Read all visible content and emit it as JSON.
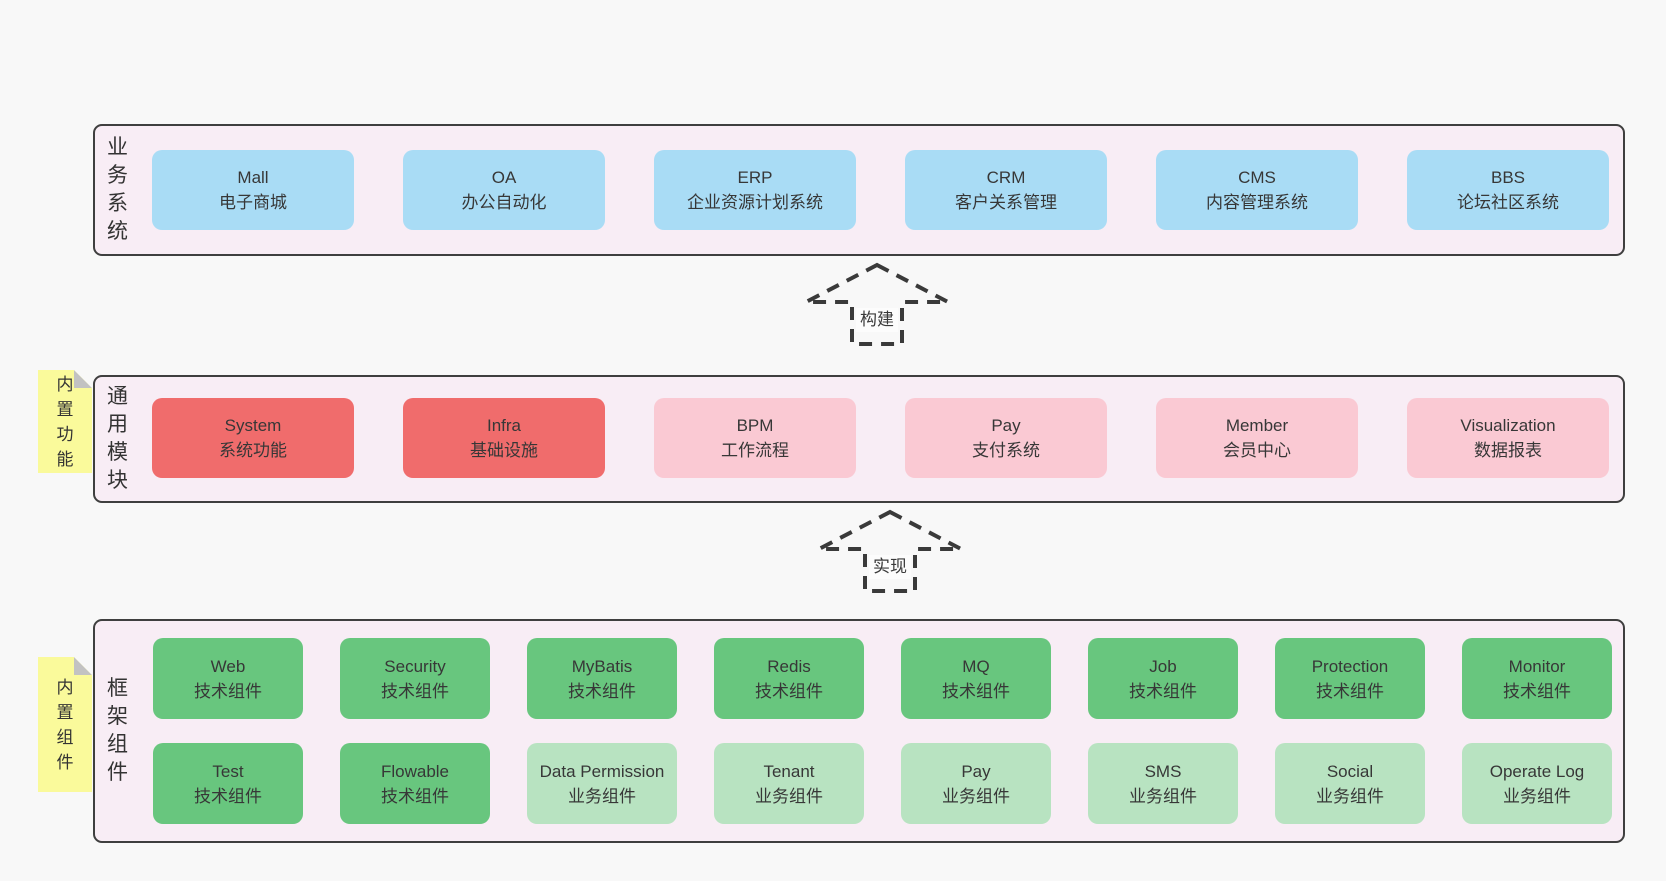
{
  "colors": {
    "page_bg": "#f8f8f8",
    "band_bg": "#f8edf5",
    "band_border": "#3f3f3f",
    "blue_box": "#a9dcf5",
    "red_box": "#f06c6c",
    "pink_box": "#fac9d3",
    "green_box": "#68c67e",
    "light_green_box": "#b8e3c1",
    "sticky_yellow": "#fafa9b",
    "fold_gray": "#c2c2c2",
    "text": "#373737"
  },
  "arrows": [
    {
      "label": "构建"
    },
    {
      "label": "实现"
    }
  ],
  "bands": [
    {
      "label": "业务系统",
      "boxes": [
        {
          "title": "Mall",
          "subtitle": "电子商城"
        },
        {
          "title": "OA",
          "subtitle": "办公自动化"
        },
        {
          "title": "ERP",
          "subtitle": "企业资源计划系统"
        },
        {
          "title": "CRM",
          "subtitle": "客户关系管理"
        },
        {
          "title": "CMS",
          "subtitle": "内容管理系统"
        },
        {
          "title": "BBS",
          "subtitle": "论坛社区系统"
        }
      ]
    },
    {
      "label": "通用模块",
      "sticky": "内置功能",
      "boxes": [
        {
          "title": "System",
          "subtitle": "系统功能"
        },
        {
          "title": "Infra",
          "subtitle": "基础设施"
        },
        {
          "title": "BPM",
          "subtitle": "工作流程"
        },
        {
          "title": "Pay",
          "subtitle": "支付系统"
        },
        {
          "title": "Member",
          "subtitle": "会员中心"
        },
        {
          "title": "Visualization",
          "subtitle": "数据报表"
        }
      ]
    },
    {
      "label": "框架组件",
      "sticky": "内置组件",
      "rows": [
        [
          {
            "title": "Web",
            "subtitle": "技术组件"
          },
          {
            "title": "Security",
            "subtitle": "技术组件"
          },
          {
            "title": "MyBatis",
            "subtitle": "技术组件"
          },
          {
            "title": "Redis",
            "subtitle": "技术组件"
          },
          {
            "title": "MQ",
            "subtitle": "技术组件"
          },
          {
            "title": "Job",
            "subtitle": "技术组件"
          },
          {
            "title": "Protection",
            "subtitle": "技术组件"
          },
          {
            "title": "Monitor",
            "subtitle": "技术组件"
          }
        ],
        [
          {
            "title": "Test",
            "subtitle": "技术组件"
          },
          {
            "title": "Flowable",
            "subtitle": "技术组件"
          },
          {
            "title": "Data Permission",
            "subtitle": "业务组件"
          },
          {
            "title": "Tenant",
            "subtitle": "业务组件"
          },
          {
            "title": "Pay",
            "subtitle": "业务组件"
          },
          {
            "title": "SMS",
            "subtitle": "业务组件"
          },
          {
            "title": "Social",
            "subtitle": "业务组件"
          },
          {
            "title": "Operate Log",
            "subtitle": "业务组件"
          }
        ]
      ]
    }
  ]
}
